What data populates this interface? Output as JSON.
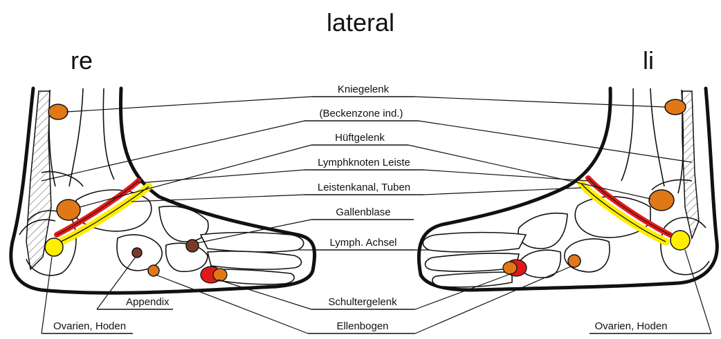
{
  "header": {
    "title": "lateral",
    "left_side": "re",
    "right_side": "li"
  },
  "labels": {
    "knee": "Kniegelenk",
    "pelvis": "(Beckenzone ind.)",
    "hip": "Hüftgelenk",
    "lymph_groin": "Lymphknoten Leiste",
    "inguinal": "Leistenkanal, Tuben",
    "gallbladder": "Gallenblase",
    "lymph_axilla": "Lymph. Achsel",
    "appendix": "Appendix",
    "shoulder": "Schultergelenk",
    "ovaries_left": "Ovarien, Hoden",
    "elbow": "Ellenbogen",
    "ovaries_right": "Ovarien, Hoden"
  },
  "colors": {
    "orange": "#e07818",
    "orange_light": "#f0a040",
    "red": "#e01a1a",
    "yellow": "#ffee00",
    "brown": "#7a3a2a",
    "hatch": "#666666",
    "ink": "#111111"
  }
}
